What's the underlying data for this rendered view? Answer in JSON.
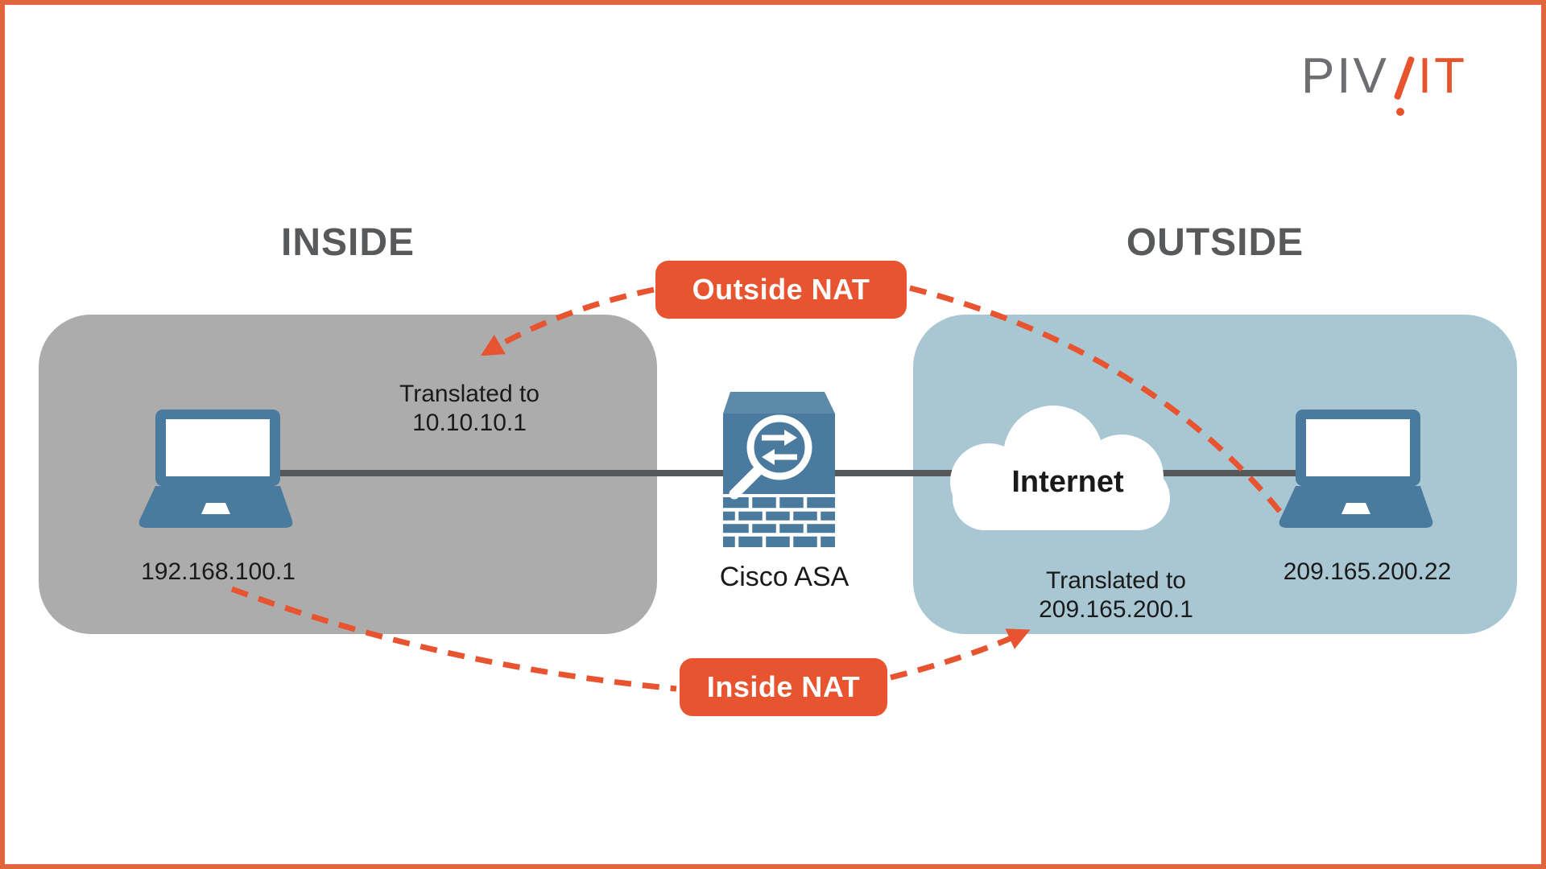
{
  "logo": {
    "part_gray": "PIV",
    "part_orange": "IT"
  },
  "inside_zone": {
    "heading": "INSIDE",
    "host_ip": "192.168.100.1",
    "translated_line1": "Translated to",
    "translated_line2": "10.10.10.1"
  },
  "outside_zone": {
    "heading": "OUTSIDE",
    "host_ip": "209.165.200.22",
    "translated_line1": "Translated to",
    "translated_line2": "209.165.200.1",
    "cloud_label": "Internet"
  },
  "firewall": {
    "label": "Cisco ASA"
  },
  "badges": {
    "outside_nat": "Outside NAT",
    "inside_nat": "Inside NAT"
  },
  "colors": {
    "accent_orange": "#E8542F",
    "border_orange": "#E2653C",
    "inside_fill": "#ACACAC",
    "outside_fill": "#A9C7D3",
    "device_blue": "#4A7A9D",
    "device_blue_top": "#5C8BA9",
    "connector_gray": "#57585A",
    "heading_gray": "#58595B",
    "text_black": "#1A1A1A"
  }
}
